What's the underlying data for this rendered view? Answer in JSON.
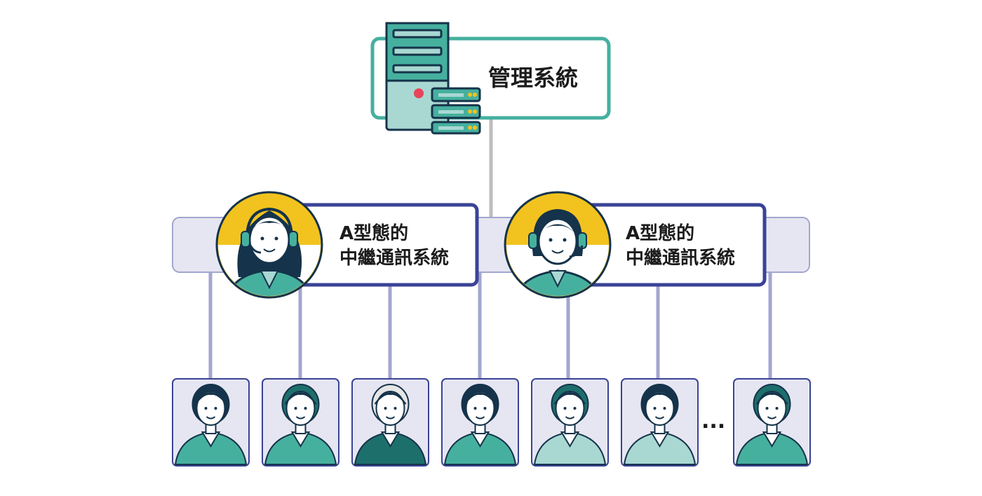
{
  "management": {
    "label": "管理系統"
  },
  "relays": [
    {
      "line1": "A型態的",
      "line2": "中繼通訊系統"
    },
    {
      "line1": "A型態的",
      "line2": "中繼通訊系統"
    }
  ],
  "users": [
    {
      "icon": "man-beard-tie-icon"
    },
    {
      "icon": "woman-long-hair-icon"
    },
    {
      "icon": "elderly-man-glasses-icon"
    },
    {
      "icon": "woman-dark-hair-icon"
    },
    {
      "icon": "woman-short-hair-icon"
    },
    {
      "icon": "man-short-hair-icon"
    },
    {
      "icon": "woman-curly-hair-icon"
    }
  ],
  "ellipsis": "...",
  "colors": {
    "teal_dark": "#1d6f6c",
    "teal": "#46b09f",
    "teal_light": "#a9d8d3",
    "navy": "#3a4396",
    "lavender": "#e6e6f2",
    "line_purple": "#a3a6cf",
    "yellow": "#f2c31f",
    "outline": "#15334a",
    "skin": "#ffffff",
    "red_led": "#e8445a"
  }
}
